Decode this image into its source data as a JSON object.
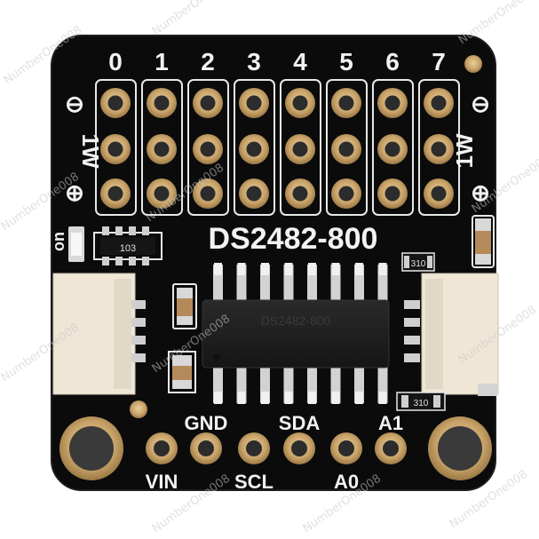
{
  "board": {
    "title": "DS2482-800",
    "top_channels": [
      "0",
      "1",
      "2",
      "3",
      "4",
      "5",
      "6",
      "7"
    ],
    "side_label": "1W",
    "minus_symbol": "⊖",
    "plus_symbol": "⊕",
    "led_label": "on",
    "resistor_code": "103",
    "small_res_code": "310",
    "chip_marking": "DS2482-800",
    "pin_labels_top": [
      "GND",
      "SDA",
      "A1"
    ],
    "pin_labels_bottom": [
      "VIN",
      "SCL",
      "A0"
    ],
    "colors": {
      "pcb": "#0b0b0b",
      "silkscreen": "#f2f2f2",
      "gold": "#c9a46a",
      "connector": "#efe6d6"
    }
  },
  "watermark": "NumberOne008"
}
